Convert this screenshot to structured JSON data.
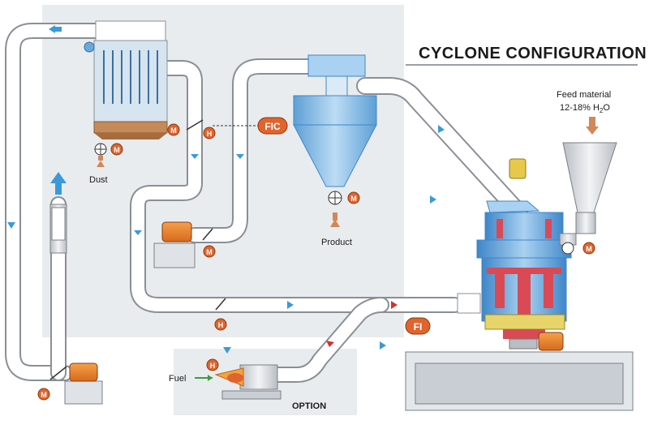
{
  "title": "CYCLONE CONFIGURATION",
  "labels": {
    "dust": "Dust",
    "product": "Product",
    "fuel": "Fuel",
    "option": "OPTION",
    "feed_line1": "Feed material",
    "feed_line2_pre": "12-18% H",
    "feed_line2_sub": "2",
    "feed_line2_post": "O"
  },
  "tags": {
    "fic": "FIC",
    "fi": "FI",
    "motor": "M",
    "heater": "H"
  },
  "colors": {
    "panel": "#e9ecef",
    "pipe": "#ffffff",
    "pipe_edge": "#8a8f96",
    "air_arrow": "#3a9ad9",
    "hot_arrow": "#d9302c",
    "motor": "#e0642d",
    "baghouse": "#d6e4ef",
    "cyclone": "#7fb6e4",
    "mill_blue": "#5aa0db",
    "mill_red": "#d94a55",
    "product_arrow": "#d1875a"
  }
}
